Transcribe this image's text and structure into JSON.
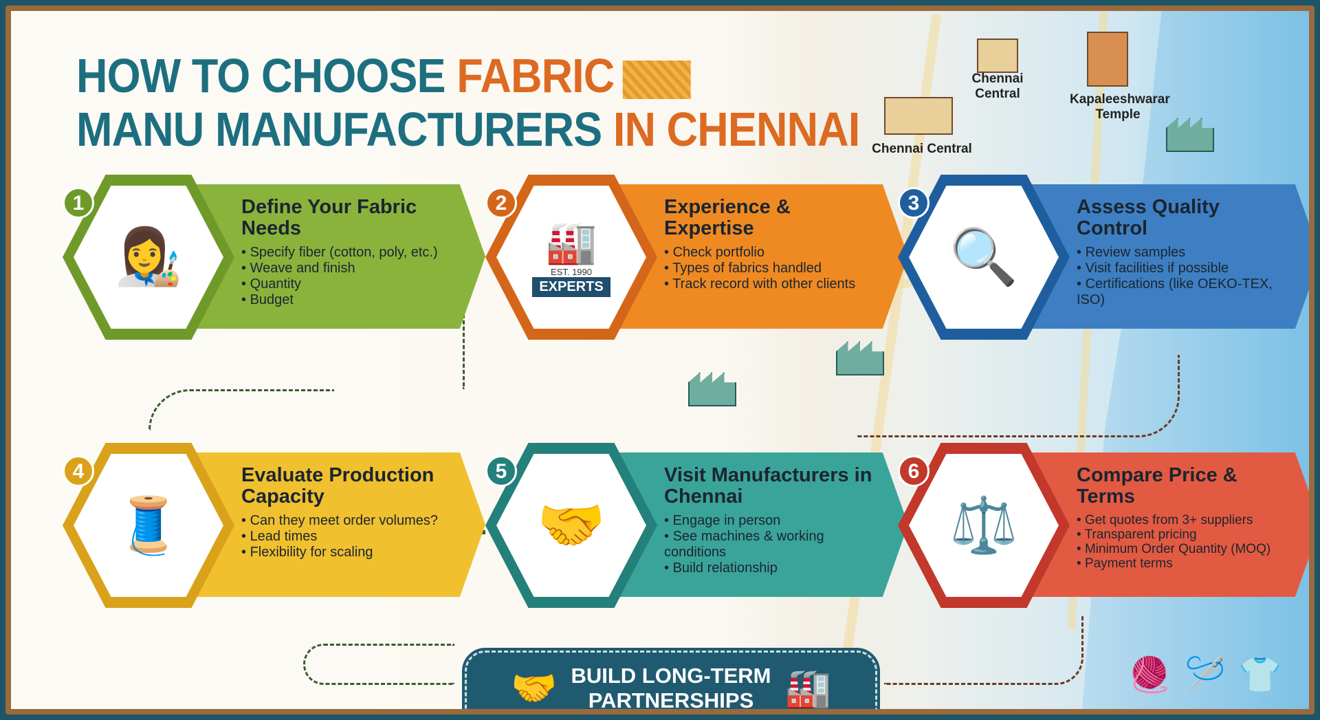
{
  "title": {
    "line1_a": "HOW TO CHOOSE ",
    "line1_b": "FABRIC",
    "line2_a": "MANU MANUFACTURERS ",
    "line2_b": "IN CHENNAI"
  },
  "landmarks": {
    "a": "Chennai Central",
    "b": "Chennai Central",
    "c": "Kapaleeshwarar Temple"
  },
  "steps": [
    {
      "num": "1",
      "title": "Define Your Fabric Needs",
      "items": [
        "Specify fiber (cotton, poly, etc.)",
        "Weave and finish",
        "Quantity",
        "Budget"
      ],
      "color": "#8ab33c",
      "icon": "designer-icon"
    },
    {
      "num": "2",
      "title": "Experience & Expertise",
      "items": [
        "Check portfolio",
        "Types of fabrics handled",
        "Track record with other clients"
      ],
      "color": "#ef8a22",
      "icon": "factory-experts-icon",
      "badge": "EXPERTS",
      "est": "EST. 1990"
    },
    {
      "num": "3",
      "title": "Assess Quality Control",
      "items": [
        "Review samples",
        "Visit facilities if possible",
        "Certifications (like OEKO-TEX, ISO)"
      ],
      "color": "#3d7fc2",
      "icon": "inspector-icon"
    },
    {
      "num": "4",
      "title": "Evaluate Production Capacity",
      "items": [
        "Can they meet order volumes?",
        "Lead times",
        "Flexibility for scaling"
      ],
      "color": "#f0c02e",
      "icon": "machine-icon"
    },
    {
      "num": "5",
      "title": "Visit Manufacturers in Chennai",
      "items": [
        "Engage in person",
        "See machines & working conditions",
        "Build relationship"
      ],
      "color": "#3aa49b",
      "icon": "meeting-icon"
    },
    {
      "num": "6",
      "title": "Compare Price & Terms",
      "items": [
        "Get quotes from 3+ suppliers",
        "Transparent pricing",
        "Minimum Order Quantity (MOQ)",
        "Payment terms"
      ],
      "color": "#e35a42",
      "icon": "scale-icon"
    }
  ],
  "bottom": {
    "label_1": "BUILD LONG-TERM",
    "label_2": "PARTNERSHIPS"
  }
}
